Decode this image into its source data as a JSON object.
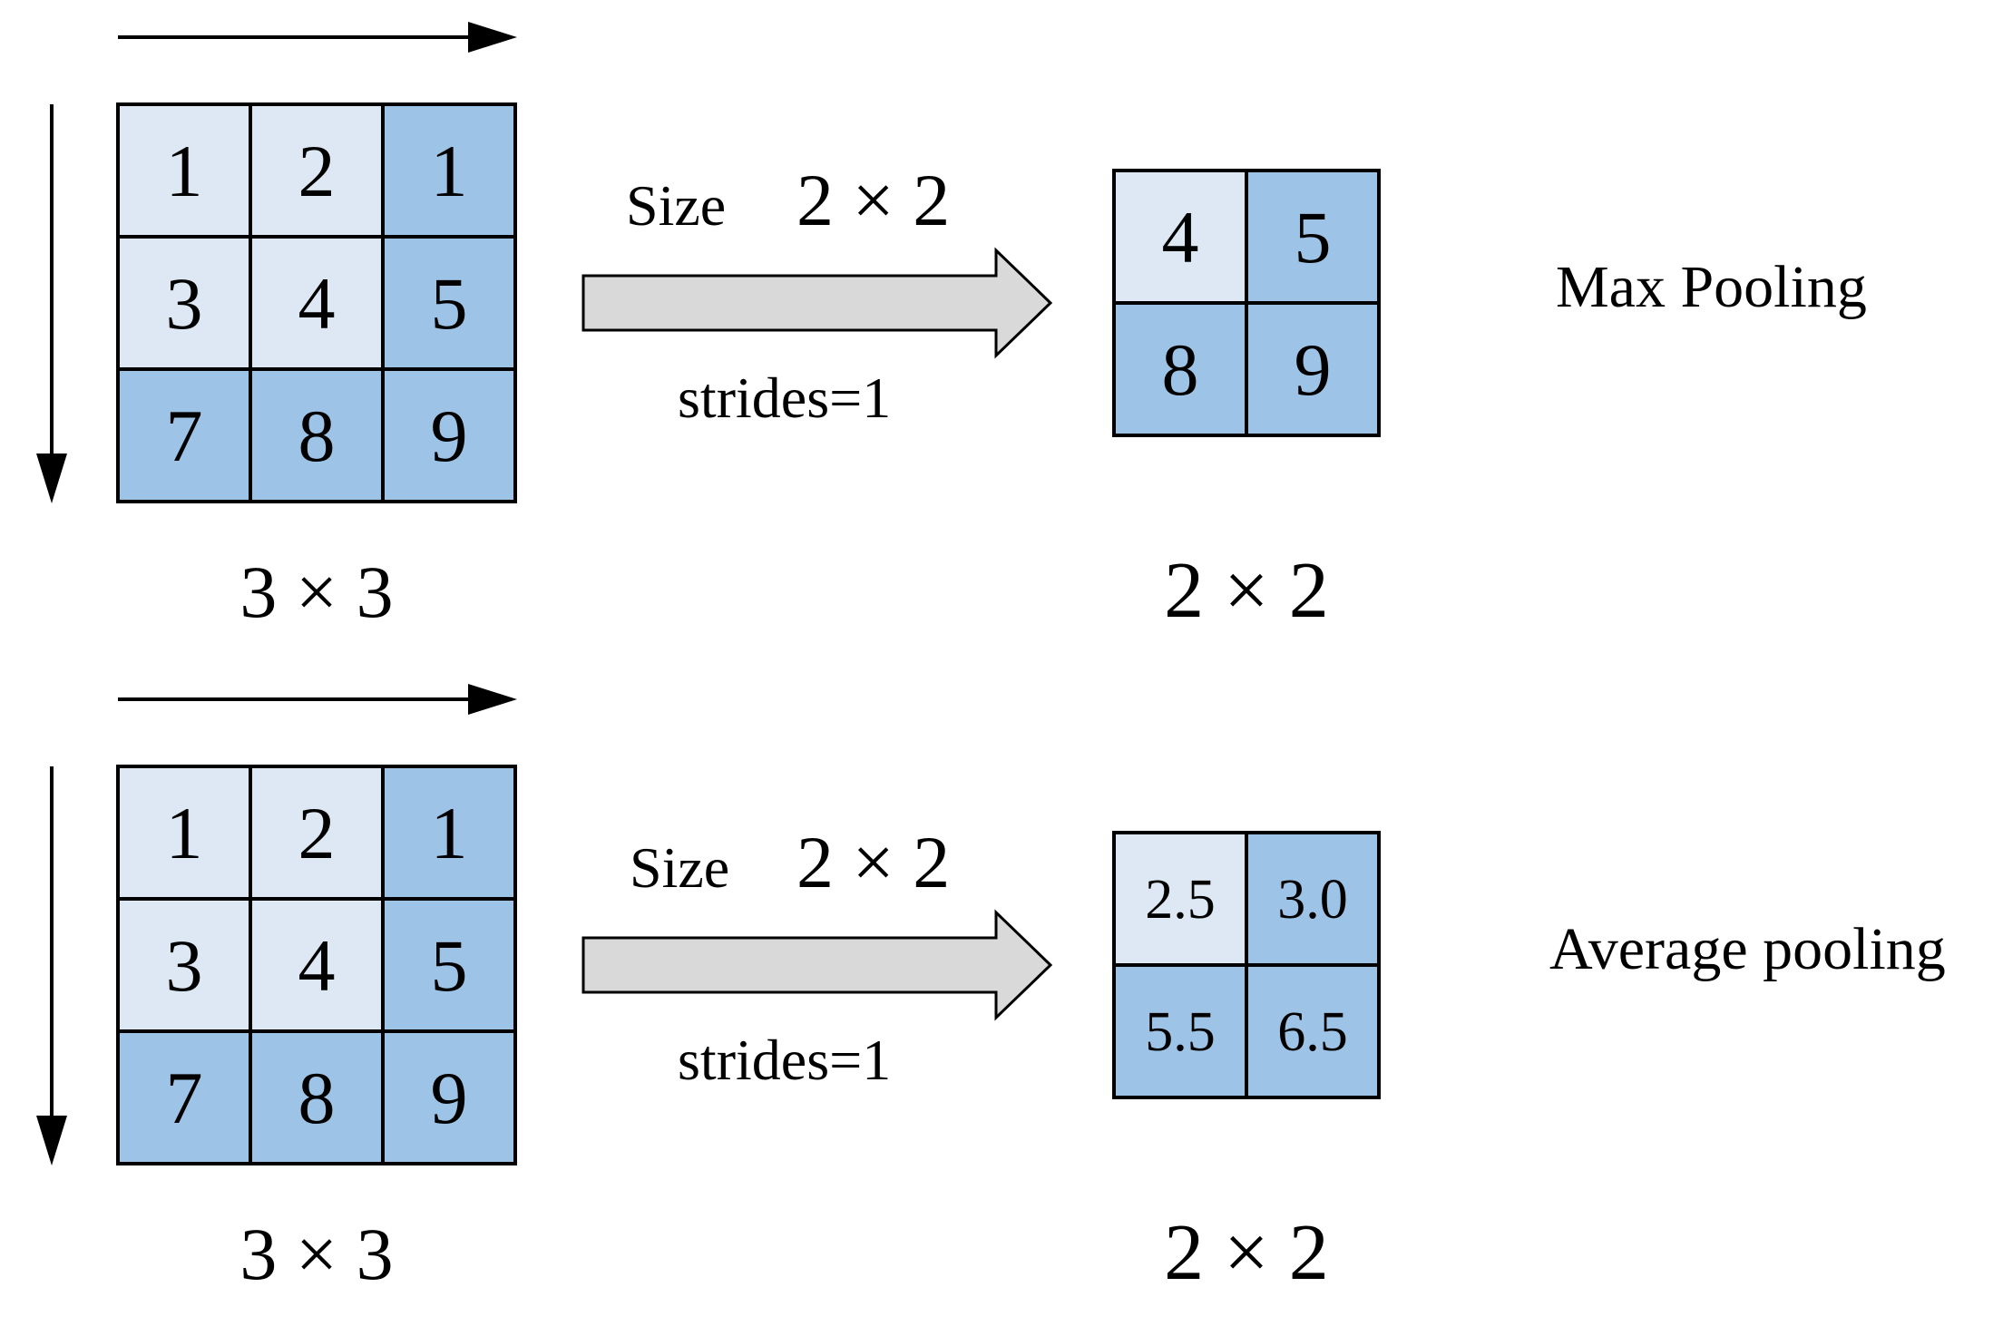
{
  "panels": [
    {
      "input_matrix": [
        [
          "1",
          "2",
          "1"
        ],
        [
          "3",
          "4",
          "5"
        ],
        [
          "7",
          "8",
          "9"
        ]
      ],
      "input_shades": [
        [
          "light",
          "light",
          "dark"
        ],
        [
          "light",
          "light",
          "dark"
        ],
        [
          "dark",
          "dark",
          "dark"
        ]
      ],
      "input_size_label": "3 × 3",
      "size_word": "Size",
      "size_value": "2 × 2",
      "strides_label": "strides=1",
      "output_matrix": [
        [
          "4",
          "5"
        ],
        [
          "8",
          "9"
        ]
      ],
      "output_shades": [
        [
          "light",
          "dark"
        ],
        [
          "dark",
          "dark"
        ]
      ],
      "output_size_label": "2 × 2",
      "method_label": "Max Pooling"
    },
    {
      "input_matrix": [
        [
          "1",
          "2",
          "1"
        ],
        [
          "3",
          "4",
          "5"
        ],
        [
          "7",
          "8",
          "9"
        ]
      ],
      "input_shades": [
        [
          "light",
          "light",
          "dark"
        ],
        [
          "light",
          "light",
          "dark"
        ],
        [
          "dark",
          "dark",
          "dark"
        ]
      ],
      "input_size_label": "3 × 3",
      "size_word": "Size",
      "size_value": "2 × 2",
      "strides_label": "strides=1",
      "output_matrix": [
        [
          "2.5",
          "3.0"
        ],
        [
          "5.5",
          "6.5"
        ]
      ],
      "output_shades": [
        [
          "light",
          "dark"
        ],
        [
          "dark",
          "dark"
        ]
      ],
      "output_size_label": "2 × 2",
      "method_label": "Average pooling"
    }
  ],
  "colors": {
    "cell_light": "#dde8f4",
    "cell_dark": "#9dc3e6",
    "arrow_fill": "#d9d9d9"
  }
}
